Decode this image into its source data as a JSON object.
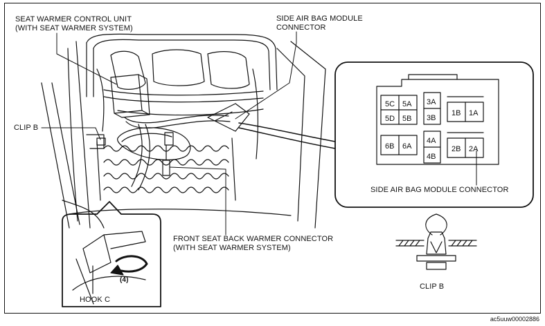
{
  "labels": {
    "seat_warmer_unit_line1": "SEAT WARMER CONTROL UNIT",
    "seat_warmer_unit_line2": "(WITH SEAT WARMER SYSTEM)",
    "side_airbag_line1": "SIDE AIR BAG MODULE",
    "side_airbag_line2": "CONNECTOR",
    "clip_b_left": "CLIP B",
    "front_seat_line1": "FRONT SEAT BACK WARMER CONNECTOR",
    "front_seat_line2": "(WITH SEAT WARMER SYSTEM)",
    "connector_caption": "SIDE AIR BAG MODULE CONNECTOR",
    "clip_b_caption": "CLIP B",
    "hook_c": "HOOK C",
    "step_number": "(4)"
  },
  "connector_pins": {
    "p5C": "5C",
    "p5A": "5A",
    "p5D": "5D",
    "p5B": "5B",
    "p3A": "3A",
    "p3B": "3B",
    "p1B": "1B",
    "p1A": "1A",
    "p6B": "6B",
    "p6A": "6A",
    "p4A": "4A",
    "p4B": "4B",
    "p2B": "2B",
    "p2A": "2A"
  },
  "reference_code": "ac5uuw00002886"
}
